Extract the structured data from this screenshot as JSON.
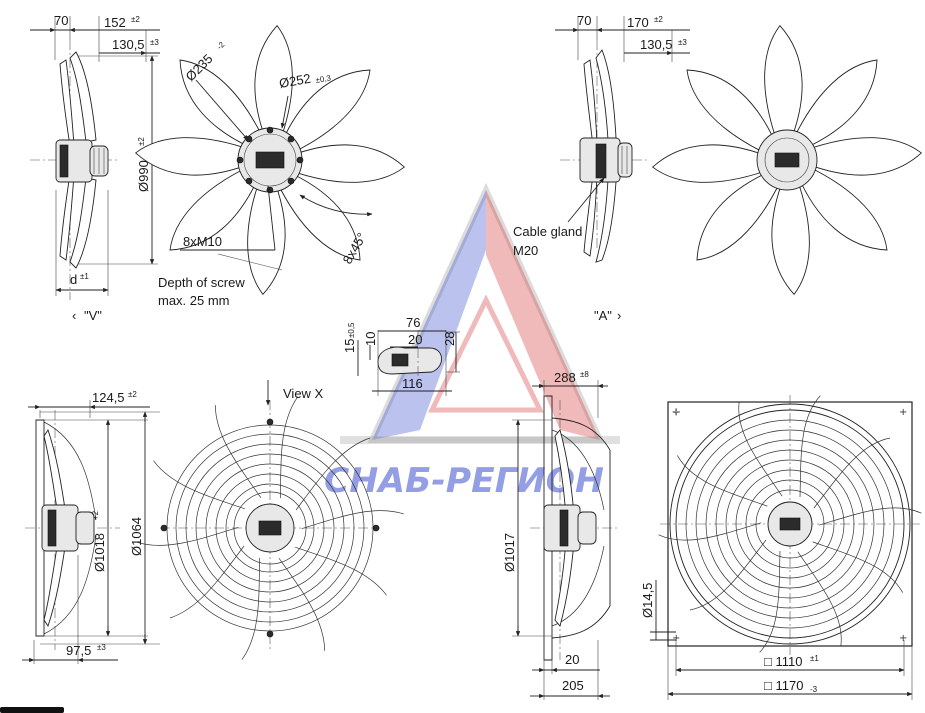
{
  "drawing": {
    "view_v": {
      "dim_70": "70",
      "dim_152": "152",
      "tol_152": "±2",
      "dim_130_5": "130,5",
      "tol_130_5": "±3",
      "dim_990": "Ø990",
      "tol_990": "±2",
      "dim_d": "d",
      "tol_d": "±1",
      "label": "\"V\""
    },
    "front_view_top": {
      "dim_235": "Ø235",
      "tol_235": "-2",
      "dim_252": "Ø252",
      "tol_252": "±0,3",
      "screws": "8xM10",
      "angle": "8x45°",
      "depth_note_line1": "Depth of screw",
      "depth_note_line2": "max. 25 mm"
    },
    "view_a": {
      "dim_70": "70",
      "dim_170": "170",
      "tol_170": "±2",
      "dim_130_5": "130,5",
      "tol_130_5": "±3",
      "gland_line1": "Cable gland",
      "gland_line2": "M20",
      "label": "\"A\""
    },
    "terminal_box": {
      "dim_76": "76",
      "dim_20": "20",
      "dim_28": "28",
      "dim_15": "15",
      "tol_15": "±0,5",
      "dim_10": "10",
      "dim_116": "116"
    },
    "grille_side": {
      "dim_124_5": "124,5",
      "tol_124_5": "±2",
      "dim_1018": "Ø1018",
      "tol_1018": "+2",
      "dim_1064": "Ø1064",
      "dim_97_5": "97,5",
      "tol_97_5": "±3"
    },
    "grille_front": {
      "view_label": "View X"
    },
    "wall_ring_side": {
      "dim_288": "288",
      "tol_288": "±8",
      "dim_1017": "Ø1017",
      "dim_20": "20",
      "dim_205": "205"
    },
    "wall_ring_front": {
      "dim_14_5": "Ø14,5",
      "dim_1110": "□ 1110",
      "tol_1110": "±1",
      "dim_1170": "□ 1170",
      "tol_1170": "-3"
    },
    "watermark": "СНАБ-РЕГИОН"
  },
  "colors": {
    "line": "#222222",
    "watermark_blue": "#3d4fcf",
    "watermark_red": "#d63a3a",
    "watermark_grey": "#9a9a9a"
  }
}
